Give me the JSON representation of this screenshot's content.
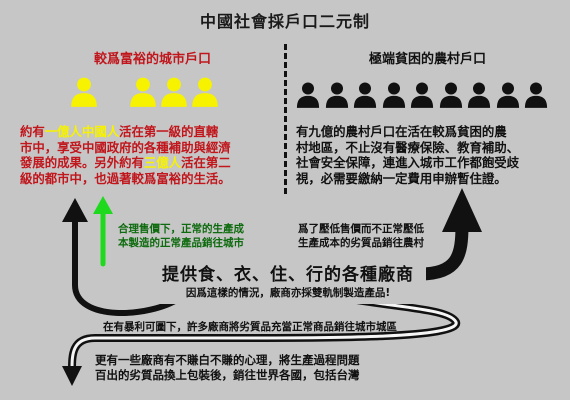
{
  "title": "中國社會採戶口二元制",
  "left": {
    "title": "較爲富裕的城市戶口",
    "people_count": 4,
    "people_color": "#f7f200",
    "text_lines": [
      [
        {
          "t": "約有"
        },
        {
          "t": "一億人中國人",
          "hl": true
        },
        {
          "t": "活在第一級的直轄"
        }
      ],
      [
        {
          "t": "市中，享受中國政府的各種補助與經濟"
        }
      ],
      [
        {
          "t": "發展的成果。另外約有"
        },
        {
          "t": "三億人",
          "hl": true
        },
        {
          "t": "活在第二"
        }
      ],
      [
        {
          "t": "級的都市中，也過著較爲富裕的生活。"
        }
      ]
    ]
  },
  "right": {
    "title": "極端貧困的農村戶口",
    "people_count": 9,
    "people_color": "#111111",
    "text_lines": [
      "有九億的農村戶口在活在較爲貧困的農",
      "村地區，不止沒有醫療保險、教育補助、",
      "社會安全保障，連進入城市工作都飽受歧",
      "視，必需要繳納一定費用申辦暫住證。"
    ]
  },
  "green_note": [
    "合理售價下，正常的生產成",
    "本製造的正常產品銷往城市"
  ],
  "dark_note": [
    "爲了壓低售價而不正常壓低",
    "生產成本的劣質品銷往農村"
  ],
  "center": {
    "main": "提供食、衣、住、行的各種廠商",
    "sub": "因爲這樣的情況，廠商亦採雙軌制製造產品!"
  },
  "profit_note": "在有暴利可圖下，許多廠商將劣質品充當正常商品銷往城市城區",
  "bottom_text": [
    "更有一些廠商有不賺白不賺的心理，將生產過程問題",
    "百出的劣質品換上包裝後，銷往世界各國，包括台灣"
  ],
  "colors": {
    "accent_red": "#c0161c",
    "highlight_yellow": "#f7f200",
    "green": "#0f6b0f",
    "background": "#c6c6c6"
  }
}
